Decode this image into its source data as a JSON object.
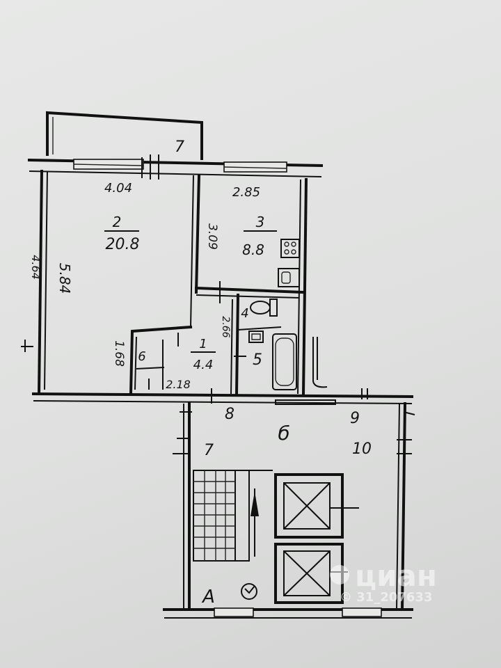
{
  "plan": {
    "room_2": {
      "number": "2",
      "area": "20.8"
    },
    "room_3": {
      "number": "3",
      "area": "8.8"
    },
    "room_1": {
      "number": "1",
      "area": "4.4"
    },
    "dims": {
      "width_4_04": "4.04",
      "width_2_85": "2.85",
      "height_4_64": "4.64",
      "height_5_84": "5.84",
      "height_3_09": "3.09",
      "height_1_68": "1.68",
      "height_2_66": "2.66",
      "width_2_18": "2.18"
    },
    "markers": {
      "m4": "4",
      "m5": "5",
      "m6": "6",
      "m7_balcony": "7",
      "m7_hall": "7",
      "m8": "8",
      "m9": "9",
      "m10": "10",
      "hall_letter": "б",
      "stair_letter": "А"
    }
  },
  "watermark": {
    "brand": "циан",
    "id": "© 31_207633"
  }
}
